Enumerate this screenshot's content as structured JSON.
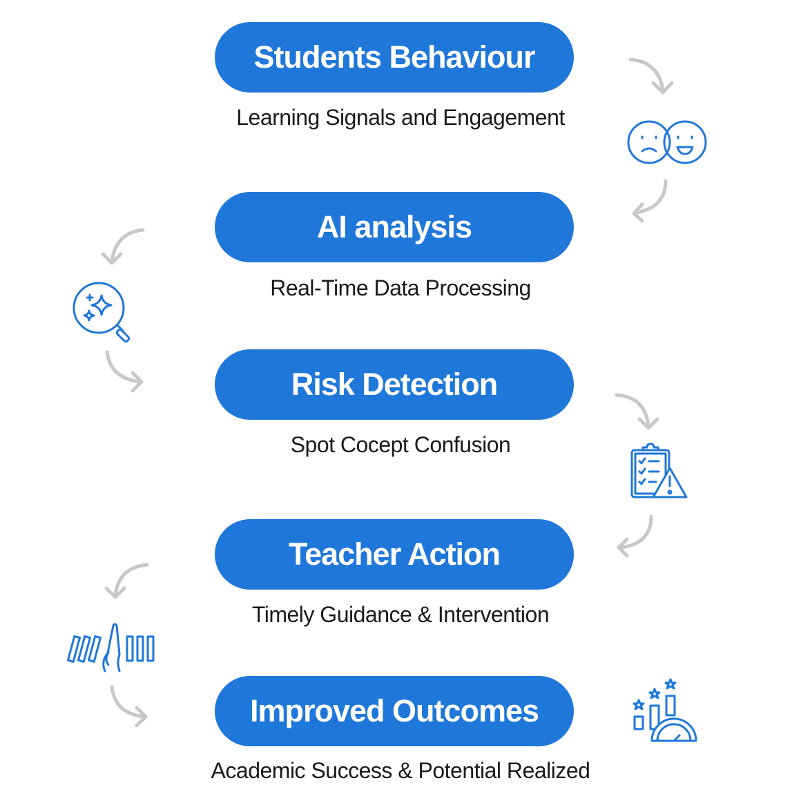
{
  "steps": [
    {
      "title": "Students Behaviour",
      "subtitle": "Learning Signals and Engagement",
      "icon": "sad-happy-faces-icon"
    },
    {
      "title": "AI analysis",
      "subtitle": "Real-Time Data Processing",
      "icon": "sparkle-magnifier-icon"
    },
    {
      "title": "Risk Detection",
      "subtitle": "Spot Cocept Confusion",
      "icon": "clipboard-warning-icon"
    },
    {
      "title": "Teacher Action",
      "subtitle": "Timely Guidance & Intervention",
      "icon": "hand-stopping-dominoes-icon"
    },
    {
      "title": "Improved Outcomes",
      "subtitle": "Academic Success & Potential Realized",
      "icon": "chart-stars-gauge-icon"
    }
  ],
  "colors": {
    "accent": "#1f77d9",
    "arrow": "#c8c8c8",
    "text": "#1a1a1a"
  }
}
